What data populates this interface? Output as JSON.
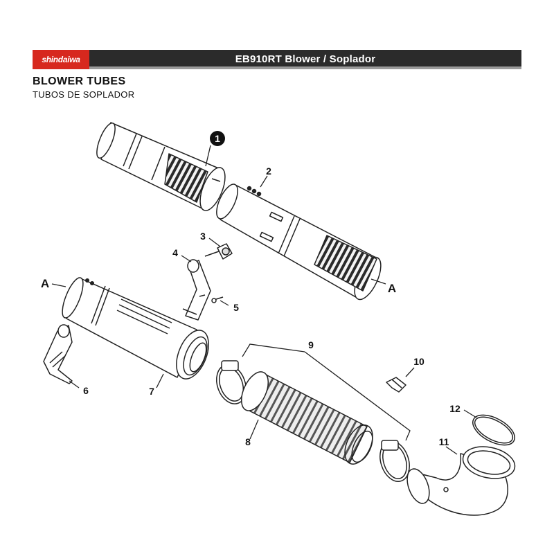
{
  "header": {
    "brand": "shindaiwa",
    "title": "EB910RT Blower / Soplador",
    "brand_color": "#d7281e",
    "bar_color": "#2b2b2b"
  },
  "section": {
    "title": "BLOWER TUBES",
    "subtitle": "TUBOS DE SOPLADOR"
  },
  "callouts": {
    "p1": "1",
    "p2": "2",
    "p3": "3",
    "p4": "4",
    "p5": "5",
    "p6": "6",
    "p7": "7",
    "p8": "8",
    "p9": "9",
    "p10": "10",
    "p11": "11",
    "p12": "12",
    "ref_left": "A",
    "ref_right": "A"
  }
}
